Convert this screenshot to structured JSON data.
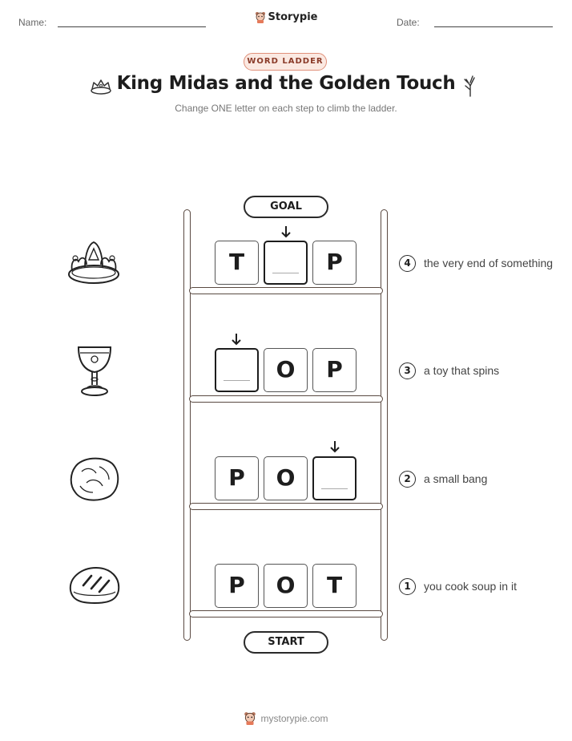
{
  "header": {
    "name_label": "Name:",
    "date_label": "Date:",
    "brand": "Storypie"
  },
  "badge": "WORD LADDER",
  "title": "King Midas and the Golden Touch",
  "subtitle": "Change ONE letter on each step to climb the ladder.",
  "goal_label": "GOAL",
  "start_label": "START",
  "steps": [
    {
      "number": "4",
      "clue": "the very end of something",
      "letters": [
        "T",
        "",
        "P"
      ],
      "blank": 1,
      "picture": "crown-icon"
    },
    {
      "number": "3",
      "clue": "a toy that spins",
      "letters": [
        "",
        "O",
        "P"
      ],
      "blank": 0,
      "picture": "goblet-icon"
    },
    {
      "number": "2",
      "clue": "a small bang",
      "letters": [
        "P",
        "O",
        ""
      ],
      "blank": 2,
      "picture": "rock-icon"
    },
    {
      "number": "1",
      "clue": "you cook soup in it",
      "letters": [
        "P",
        "O",
        "T"
      ],
      "blank": null,
      "picture": "bread-icon"
    }
  ],
  "footer": "mystorypie.com",
  "colors": {
    "badge_border": "#e0907a",
    "badge_bg": "#fbe9e2",
    "ladder": "#5a4a42"
  }
}
